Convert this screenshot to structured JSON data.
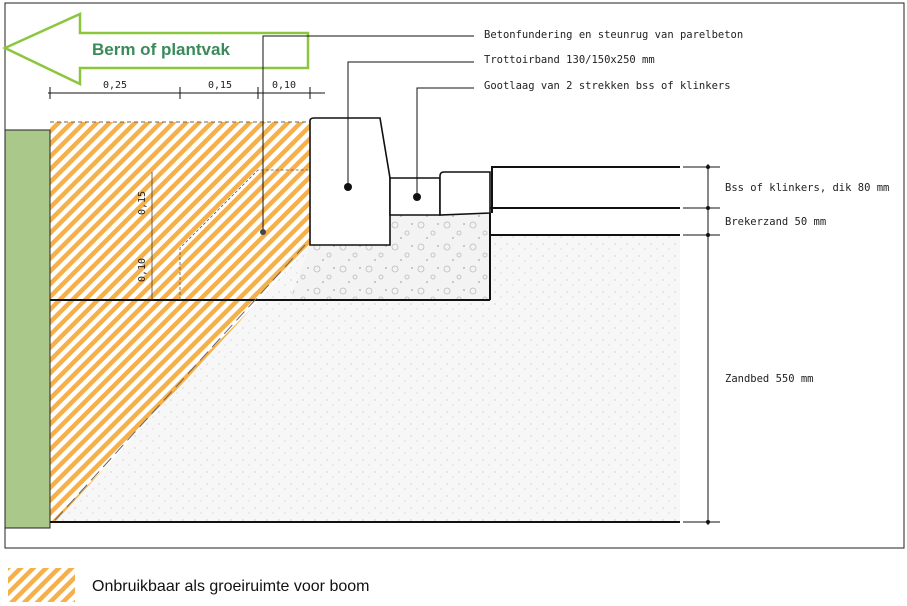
{
  "arrow": {
    "label": "Berm of plantvak",
    "color": "#8cc63f",
    "text_color": "#3a8a5a"
  },
  "dimensions": {
    "top": [
      "0,25",
      "0,15",
      "0,10"
    ],
    "vertical": [
      "0,15",
      "0,10"
    ]
  },
  "callouts": [
    "Betonfundering en steunrug van parelbeton",
    "Trottoirband 130/150x250 mm",
    "Gootlaag van 2 strekken bss of klinkers"
  ],
  "layers": [
    "Bss of klinkers, dik 80 mm",
    "Brekerzand 50 mm",
    "Zandbed 550 mm"
  ],
  "legend": {
    "label": "Onbruikbaar als groeiruimte voor boom",
    "hatch_color": "#f5b04a"
  },
  "colors": {
    "tree_strip": "#a9c88a"
  }
}
